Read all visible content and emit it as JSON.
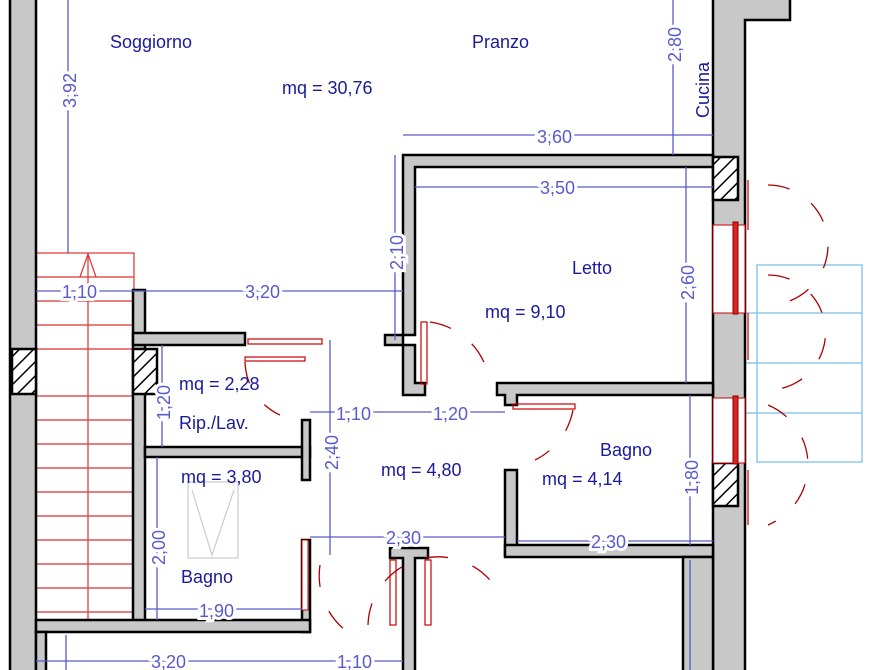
{
  "rooms": {
    "soggiorno": "Soggiorno",
    "pranzo": "Pranzo",
    "cucina": "Cucina",
    "area_living": "mq = 30,76",
    "letto": "Letto",
    "area_letto": "mq = 9,10",
    "rip_lav": "Rip./Lav.",
    "area_rip": "mq = 2,28",
    "bagno1": "Bagno",
    "area_bagno1": "mq = 3,80",
    "area_disimpegno": "mq = 4,80",
    "bagno2": "Bagno",
    "area_bagno2": "mq = 4,14"
  },
  "dimensions": {
    "d392": "3,92",
    "d280": "2,80",
    "d360": "3,60",
    "d350": "3,50",
    "d210": "2,10",
    "d260": "2,60",
    "d110a": "1,10",
    "d320a": "3,20",
    "d120v": "1,20",
    "d110b": "1,10",
    "d120h": "1,20",
    "d240": "2,40",
    "d180": "1,80",
    "d200": "2,00",
    "d230a": "2,30",
    "d230b": "2,30",
    "d190": "1,90",
    "d320b": "3,20",
    "d110c": "1,10"
  },
  "colors": {
    "wall": "#c8c8c8",
    "room_text": "#1a1a9a",
    "dimension": "#5a5acc",
    "door_window": "#cc0000",
    "balcony": "#8ec8ea"
  }
}
